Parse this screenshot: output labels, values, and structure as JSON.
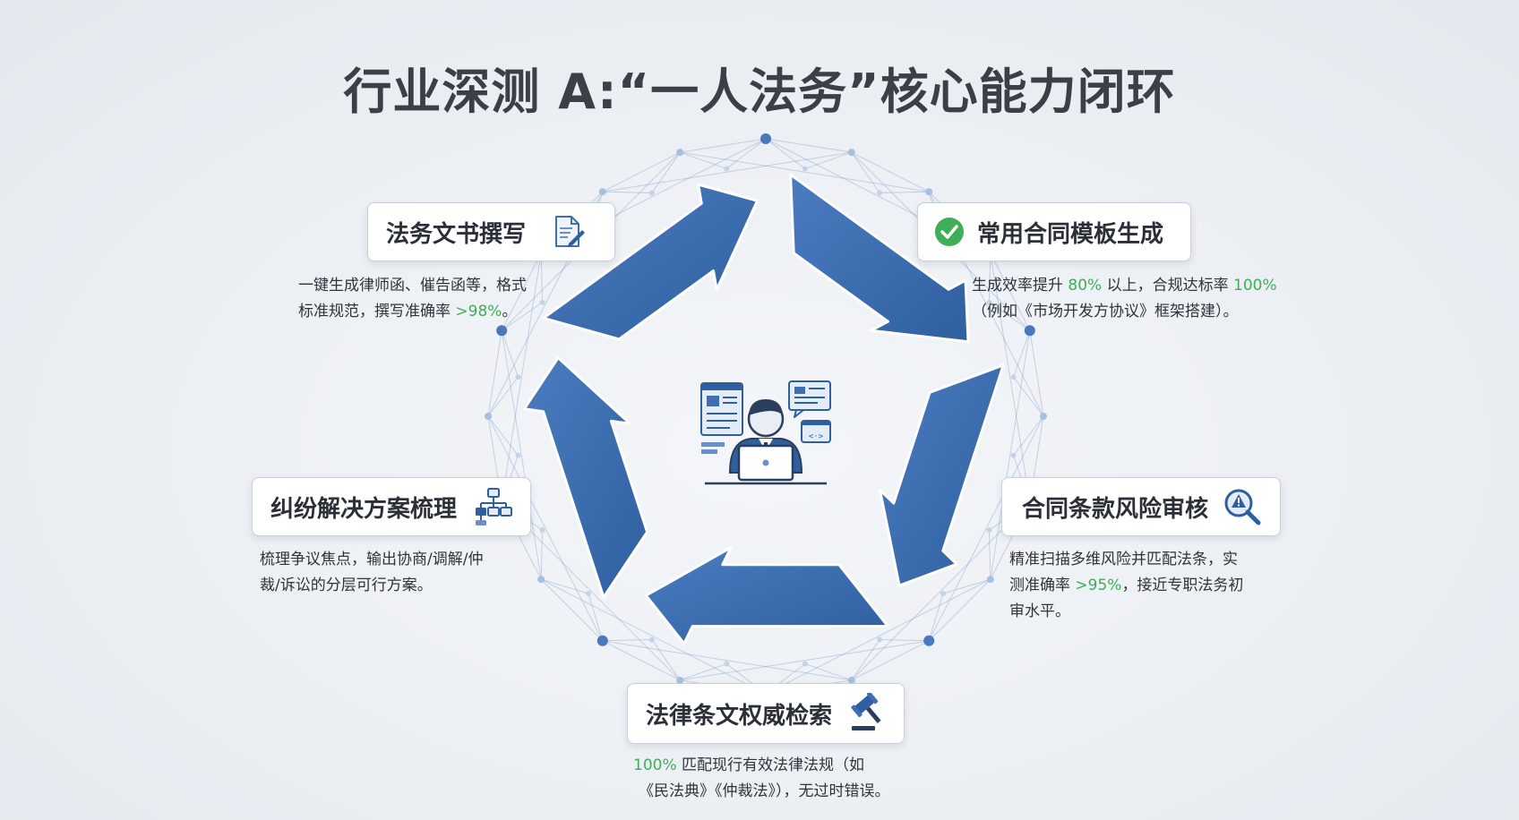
{
  "title": "行业深测 A:“一人法务”核心能力闭环",
  "colors": {
    "arrow": "#3f6fb2",
    "highlight": "#3fae57",
    "network": "#6d8fc6"
  },
  "nodes": [
    {
      "id": "legal-docs",
      "title": "法务文书撰写",
      "icon": "document-pen-icon",
      "desc_lines": [
        {
          "pre": "一键生成律师函、催告函等，格式",
          "hl": "",
          "post": ""
        },
        {
          "pre": "标准规范，撰写准确率 ",
          "hl": ">98%",
          "post": "。"
        }
      ]
    },
    {
      "id": "contract-templates",
      "title": "常用合同模板生成",
      "icon": "check-circle-icon",
      "desc_lines": [
        {
          "pre": "生成效率提升 ",
          "hl": "80%",
          "post": " 以上，合规达标率 ",
          "hl2": "100%"
        },
        {
          "pre": "（例如《市场开发方协议》框架搭建）。",
          "hl": "",
          "post": ""
        }
      ]
    },
    {
      "id": "risk-review",
      "title": "合同条款风险审核",
      "icon": "warning-magnifier-icon",
      "desc_lines": [
        {
          "pre": "精准扫描多维风险并匹配法条，实",
          "hl": "",
          "post": ""
        },
        {
          "pre": "测准确率 ",
          "hl": ">95%",
          "post": "，接近专职法务初"
        },
        {
          "pre": "审水平。",
          "hl": "",
          "post": ""
        }
      ]
    },
    {
      "id": "law-search",
      "title": "法律条文权威检索",
      "icon": "gavel-icon",
      "desc_lines": [
        {
          "pre": "",
          "hl": "100%",
          "post": " 匹配现行有效法律法规（如"
        },
        {
          "pre": "《民法典》《仲裁法》），无过时错误。",
          "hl": "",
          "post": ""
        }
      ]
    },
    {
      "id": "dispute-plan",
      "title": "纠纷解决方案梳理",
      "icon": "flowchart-icon",
      "desc_lines": [
        {
          "pre": "梳理争议焦点，输出协商/调解/仲",
          "hl": "",
          "post": ""
        },
        {
          "pre": "裁/诉讼的分层可行方案。",
          "hl": "",
          "post": ""
        }
      ]
    }
  ]
}
